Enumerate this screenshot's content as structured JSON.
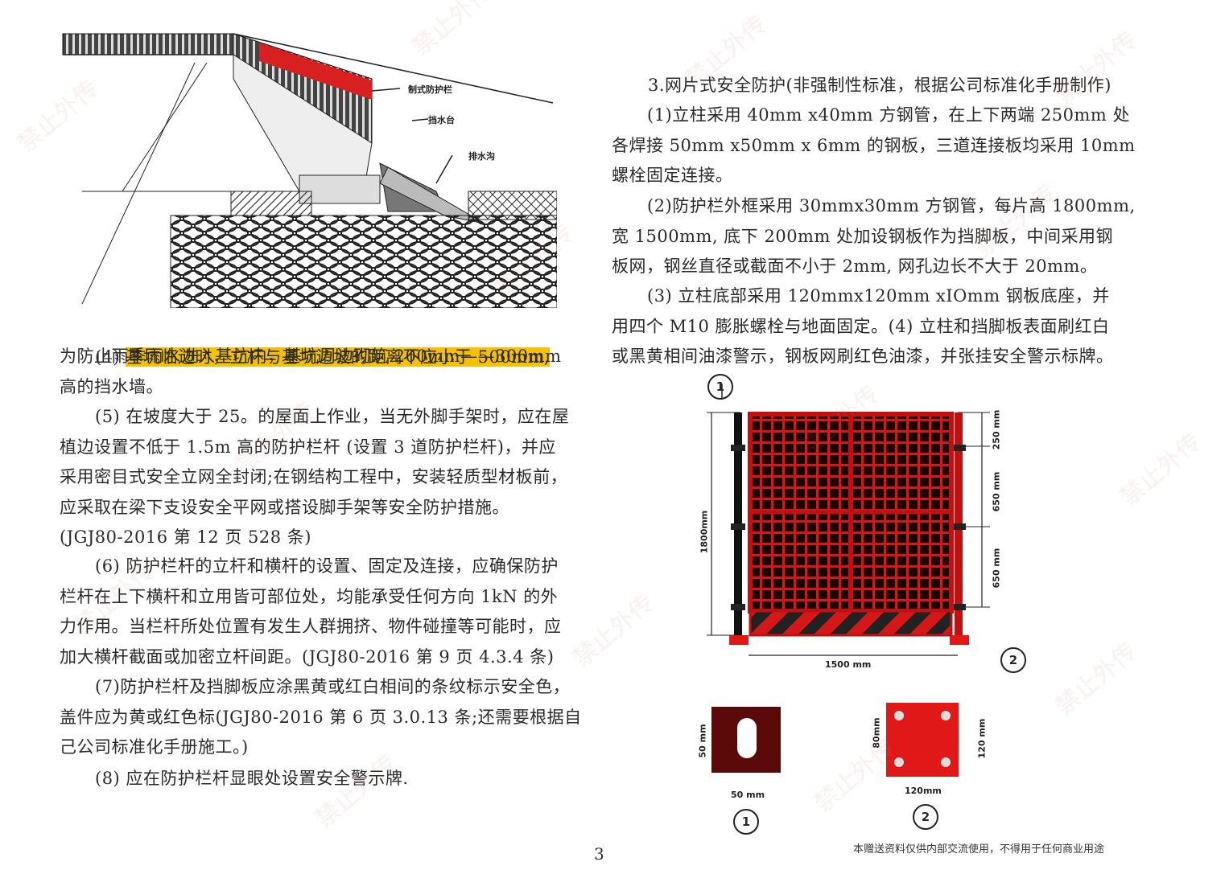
{
  "left": {
    "figure_labels": {
      "guardrail": "制式防护栏",
      "water_platform": "挡水台",
      "drain": "排水沟"
    },
    "p4_highlight": "基坑临边时，立杆与基坑边坡的距离不应小于 500mm,",
    "p4_prefix": "(4) ",
    "p4_rest": "为防止雨季雨水进入基坑内，基坑周边砌筑 200mm——300mm\n高的挡水墙。",
    "p5": "(5) 在坡度大于 25。的屋面上作业，当无外脚手架时，应在屋\n植边设置不低于 1.5m 高的防护栏杆 (设置 3 道防护栏杆)，并应\n采用密目式安全立网全封闭;在钢结构工程中，安装轻质型材板前，\n应采取在梁下支设安全平网或搭设脚手架等安全防护措施。\n(JGJ80-2016 第 12 页 528 条)",
    "p6": "(6) 防护栏杆的立杆和横杆的设置、固定及连接，应确保防护\n栏杆在上下横杆和立用皆可部位处，均能承受任何方向 1kN 的外\n力作用。当栏杆所处位置有发生人群拥挤、物件碰撞等可能时，应\n加大横杆截面或加密立杆间距。(JGJ80-2016 第 9 页 4.3.4 条)",
    "p7": "(7)防护栏杆及挡脚板应涂黑黄或红白相间的条纹标示安全色，\n盖件应为黄或红色标(JGJ80-2016 第 6 页 3.0.13 条;还需要根据自\n己公司标准化手册施工。)",
    "p8": "(8) 应在防护栏杆显眼处设置安全警示牌."
  },
  "right": {
    "p_title": "3.网片式安全防护(非强制性标准，根据公司标准化手册制作)",
    "p1": "(1)立柱采用 40mm x40mm 方钢管，在上下两端 250mm 处\n各焊接 50mm x50mm x 6mm 的钢板，三道连接板均采用 10mm\n螺栓固定连接。",
    "p2": "(2)防护栏外框采用 30mmx30mm 方钢管，每片高 1800mm,\n宽 1500mm, 底下 200mm 处加设钢板作为挡脚板，中间采用钢\n板网，钢丝直径或截面不小于 2mm, 网孔边长不大于 20mm。",
    "p3": "(3) 立柱底部采用 120mmx120mm xIOmm 钢板底座，并\n用四个 M10 膨胀螺栓与地面固定。(4) 立柱和挡脚板表面刷红白\n或黑黄相间油漆警示，钢板网刷红色油漆，并张挂安全警示标牌。",
    "dims": {
      "height": "1800mm",
      "width": "1500 mm",
      "top": "250 mm",
      "mid1": "650 mm",
      "mid2": "650 mm",
      "plate1_h": "50 mm",
      "plate1_w": "50 mm",
      "plate2_h1": "80mm",
      "plate2_h2": "120 mm",
      "plate2_w": "120mm"
    },
    "callouts": [
      "1",
      "2"
    ]
  },
  "page_number": "3",
  "footer_note": "本赠送资料仅供内部交流使用，不得用于任何商业用途",
  "watermark": "禁止外传"
}
